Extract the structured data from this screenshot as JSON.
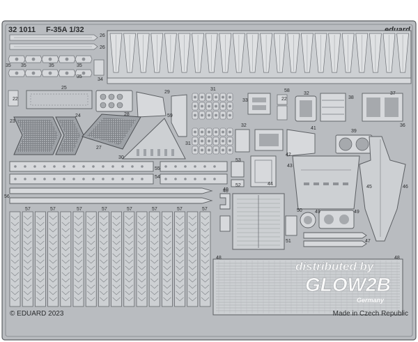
{
  "sheet": {
    "code": "32 1011",
    "title": "F-35A 1/32",
    "brand": "eduard",
    "copyright": "© EDUARD 2023",
    "origin": "Made in Czech Republic"
  },
  "part_numbers": [
    "26",
    "26",
    "35",
    "35",
    "35",
    "34",
    "35",
    "35",
    "22",
    "25",
    "28",
    "29",
    "33",
    "22",
    "58",
    "32",
    "38",
    "37",
    "36",
    "23",
    "24",
    "27",
    "30",
    "59",
    "31",
    "31",
    "32",
    "41",
    "39",
    "40",
    "42",
    "43",
    "45",
    "46",
    "44",
    "55",
    "54",
    "53",
    "52",
    "40",
    "50",
    "49",
    "49",
    "48",
    "51",
    "47",
    "56",
    "57",
    "57",
    "57",
    "57",
    "57",
    "57",
    "57",
    "57",
    "48"
  ],
  "watermark": {
    "line1": "distributed by",
    "brand": "GLOW2B",
    "sub": "Germany"
  },
  "colors": {
    "fret": "#b9bcc0",
    "frame_border": "#5b5e62",
    "part_light": "#d7d9dc",
    "part_dark": "#8e9196",
    "watermark": "#ffffff"
  }
}
